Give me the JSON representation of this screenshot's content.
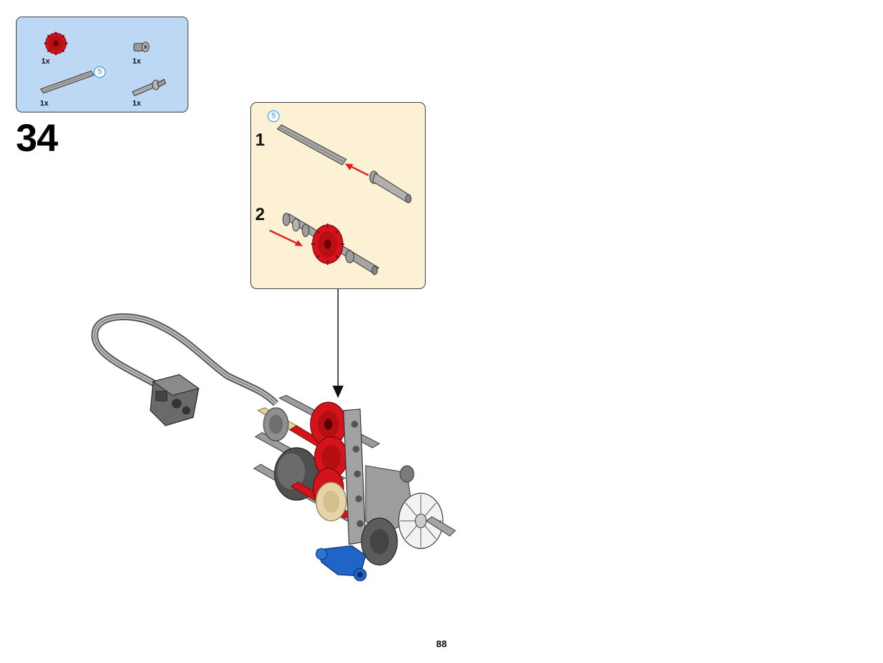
{
  "parts_list": {
    "items": [
      {
        "name": "red gear",
        "qty": "1x"
      },
      {
        "name": "grey bush",
        "qty": "1x"
      },
      {
        "name": "grey axle",
        "qty": "1x",
        "length": "5"
      },
      {
        "name": "grey axle pin",
        "qty": "1x"
      }
    ]
  },
  "step": {
    "number": "34"
  },
  "sub_assembly": {
    "length_badge": "5",
    "steps": [
      {
        "label": "1"
      },
      {
        "label": "2"
      }
    ]
  },
  "colors": {
    "parts_box_bg": "#bcd8f4",
    "sub_box_bg": "#fdf1d5",
    "red_part": "#d4141a",
    "blue_part": "#1f64c6",
    "arrow_red": "#e02020",
    "badge_blue": "#1a8fd6"
  },
  "page": {
    "number": "88"
  }
}
